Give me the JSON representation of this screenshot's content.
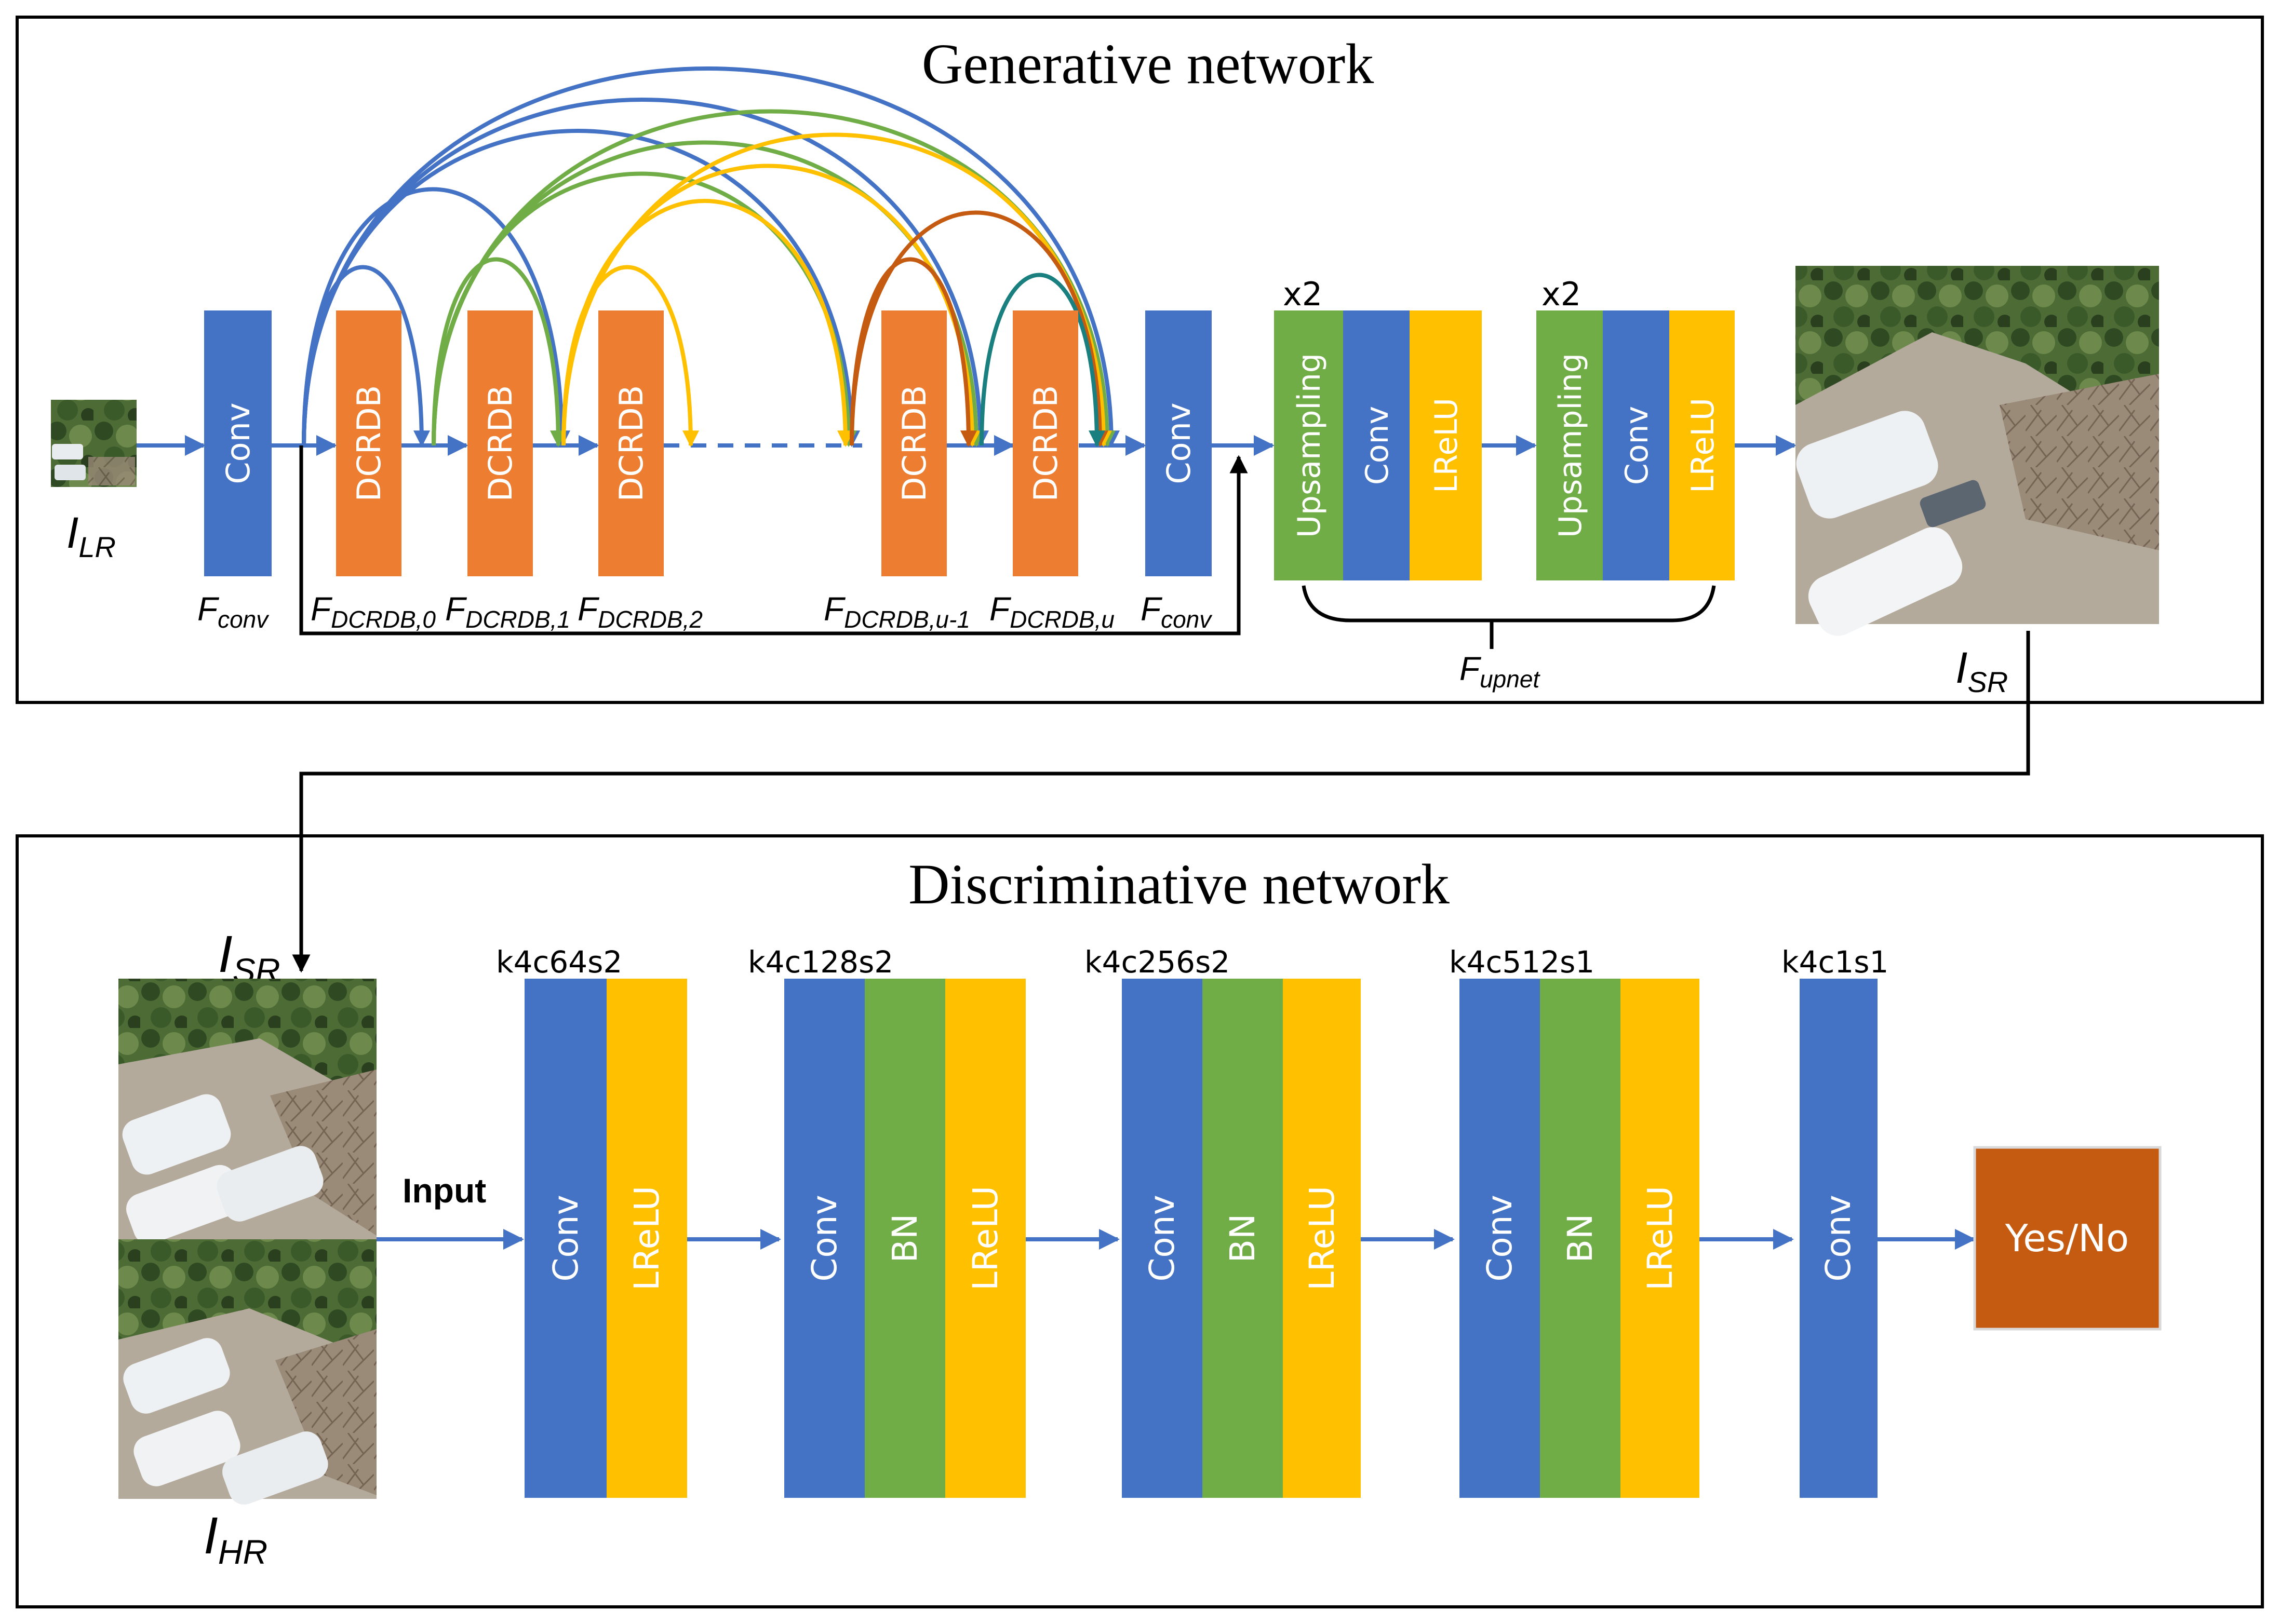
{
  "generative": {
    "title": "Generative network",
    "input_label": {
      "main": "I",
      "sub": "LR"
    },
    "output_label": {
      "main": "I",
      "sub": "SR"
    },
    "conv_label": "Conv",
    "dcrdb_label": "DCRDB",
    "block_labels": [
      {
        "main": "F",
        "sub": "conv"
      },
      {
        "main": "F",
        "sub": "DCRDB,0"
      },
      {
        "main": "F",
        "sub": "DCRDB,1"
      },
      {
        "main": "F",
        "sub": "DCRDB,2"
      },
      {
        "main": "F",
        "sub": "DCRDB,u-1"
      },
      {
        "main": "F",
        "sub": "DCRDB,u"
      },
      {
        "main": "F",
        "sub": "conv"
      }
    ],
    "upsample_group": {
      "repeat": "x2",
      "layers": [
        "Upsampling",
        "Conv",
        "LReLU"
      ]
    },
    "upnet_label": {
      "main": "F",
      "sub": "upnet"
    }
  },
  "discriminative": {
    "title": "Discriminative network",
    "sr_label": {
      "main": "I",
      "sub": "SR"
    },
    "hr_label": {
      "main": "I",
      "sub": "HR"
    },
    "input_label": "Input",
    "stages": [
      {
        "spec": "k4c64s2",
        "layers": [
          "Conv",
          "LReLU"
        ]
      },
      {
        "spec": "k4c128s2",
        "layers": [
          "Conv",
          "BN",
          "LReLU"
        ]
      },
      {
        "spec": "k4c256s2",
        "layers": [
          "Conv",
          "BN",
          "LReLU"
        ]
      },
      {
        "spec": "k4c512s1",
        "layers": [
          "Conv",
          "BN",
          "LReLU"
        ]
      },
      {
        "spec": "k4c1s1",
        "layers": [
          "Conv"
        ]
      }
    ],
    "output_label": "Yes/No"
  },
  "colors": {
    "conv": "#4472C4",
    "dcrdb": "#ED7D31",
    "lrelu": "#FFC000",
    "upsample": "#70AD47",
    "bn": "#70AD47",
    "output": "#C55A11",
    "arrow": "#4472C4",
    "arc_blue": "#4472C4",
    "arc_green": "#70AD47",
    "arc_yellow": "#FFC000",
    "arc_orange": "#C55A11",
    "arc_teal": "#1A7F7F"
  }
}
